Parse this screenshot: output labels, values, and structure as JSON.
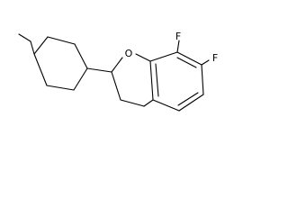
{
  "molecule": {
    "atom_labels": {
      "oxygen": "O",
      "fluorine_top": "F",
      "fluorine_right": "F"
    },
    "bond_color": "#000000",
    "label_color": "#000000",
    "background": "#ffffff"
  }
}
